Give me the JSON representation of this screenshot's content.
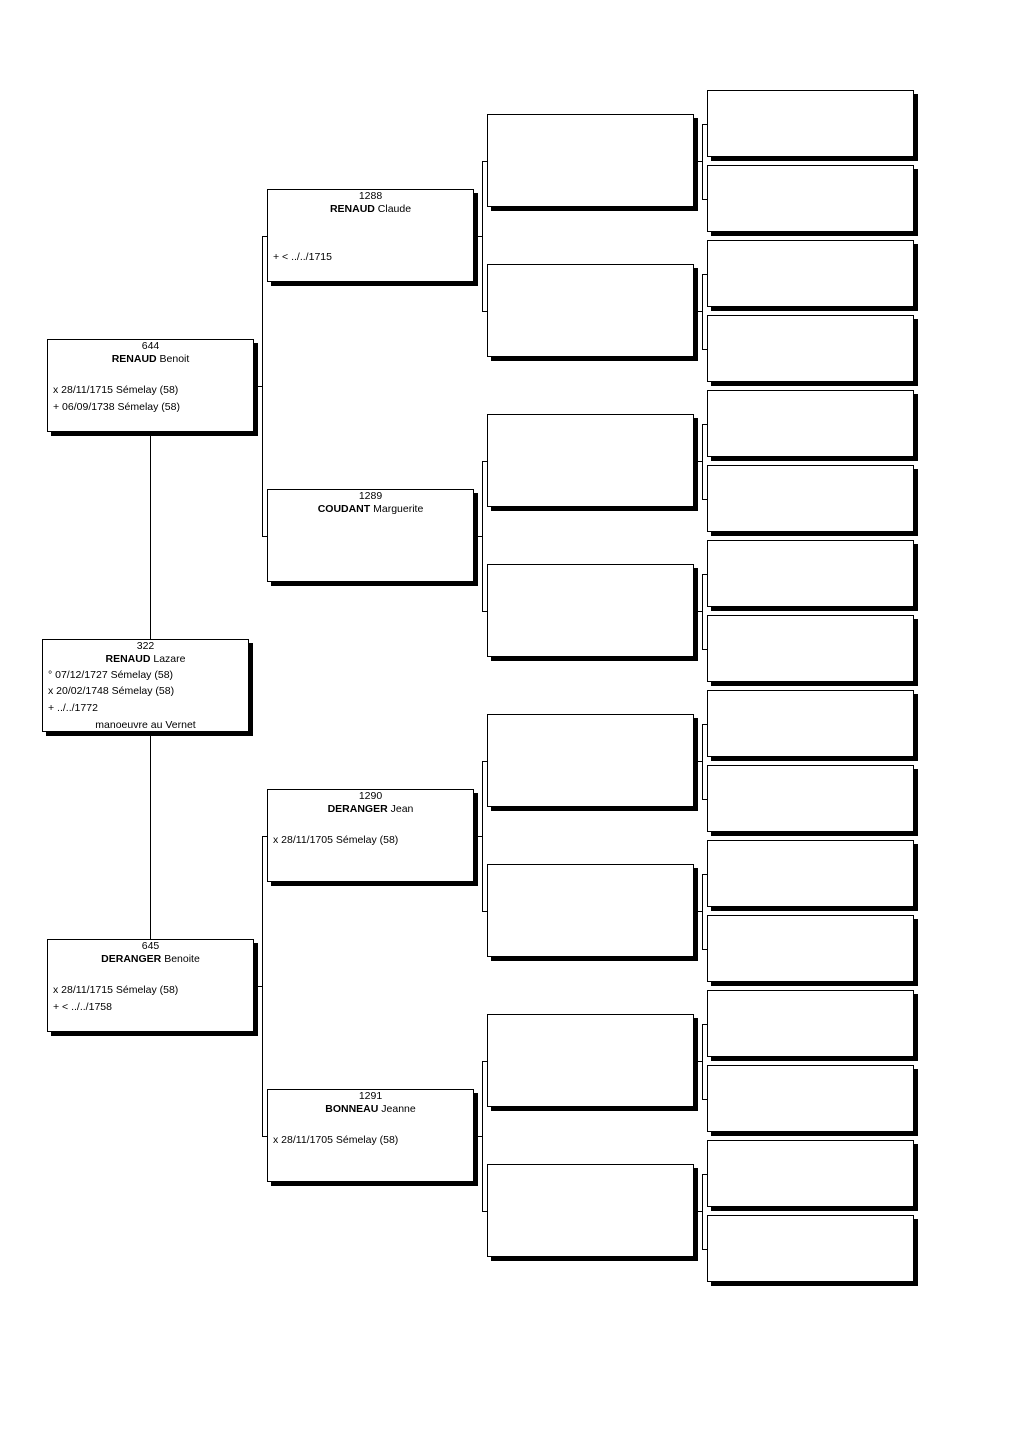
{
  "persons": {
    "p322": {
      "number": "322",
      "surname": "RENAUD",
      "given": "Lazare",
      "birth": "° 07/12/1727 Sémelay (58)",
      "marriage": "x 20/02/1748 Sémelay (58)",
      "death": "+ ../../1772",
      "occupation": "manoeuvre au Vernet"
    },
    "p644": {
      "number": "644",
      "surname": "RENAUD",
      "given": "Benoit",
      "marriage": "x 28/11/1715 Sémelay (58)",
      "death": "+ 06/09/1738 Sémelay (58)"
    },
    "p645": {
      "number": "645",
      "surname": "DERANGER",
      "given": "Benoite",
      "marriage": "x 28/11/1715 Sémelay (58)",
      "death": "+ < ../../1758"
    },
    "p1288": {
      "number": "1288",
      "surname": "RENAUD",
      "given": "Claude",
      "death": "+ < ../../1715"
    },
    "p1289": {
      "number": "1289",
      "surname": "COUDANT",
      "given": "Marguerite"
    },
    "p1290": {
      "number": "1290",
      "surname": "DERANGER",
      "given": "Jean",
      "marriage": "x 28/11/1705 Sémelay (58)"
    },
    "p1291": {
      "number": "1291",
      "surname": "BONNEAU",
      "given": "Jeanne",
      "marriage": "x 28/11/1705 Sémelay (58)"
    }
  }
}
